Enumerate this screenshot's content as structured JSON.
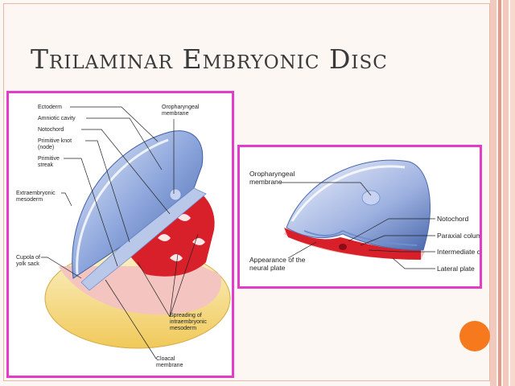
{
  "slide": {
    "title": "Trilaminar Embryonic Disc"
  },
  "left_figure": {
    "labels": {
      "ectoderm": "Ectoderm",
      "amniotic_cavity": "Amniotic cavity",
      "notochord": "Notochord",
      "primitive_knot_1": "Primitive knot",
      "primitive_knot_2": "(node)",
      "primitive_streak_1": "Primitive",
      "primitive_streak_2": "streak",
      "extraembryonic_1": "Extraembryonic",
      "extraembryonic_2": "mesoderm",
      "cupola_1": "Cupola of",
      "cupola_2": "yolk sack",
      "oropharyngeal_1": "Oropharyngeal",
      "oropharyngeal_2": "membrane",
      "spreading_1": "Spreading of",
      "spreading_2": "intraembryonic",
      "spreading_3": "mesoderm",
      "cloacal_1": "Cloacal",
      "cloacal_2": "membrane"
    }
  },
  "right_figure": {
    "labels": {
      "oropharyngeal_1": "Oropharyngeal",
      "oropharyngeal_2": "membrane",
      "notochord": "Notochord",
      "paraxial": "Paraxial column",
      "intermediate": "Intermediate column",
      "lateral": "Lateral plate",
      "neural_plate_1": "Appearance of the",
      "neural_plate_2": "neural plate"
    }
  },
  "colors": {
    "panel_border": "#e33cc9",
    "accent_dot": "#f7791e",
    "ectoderm_blue": "#6f8fd0",
    "mesoderm_red": "#d8202a",
    "yolk_yellow": "#f3dc7a"
  }
}
